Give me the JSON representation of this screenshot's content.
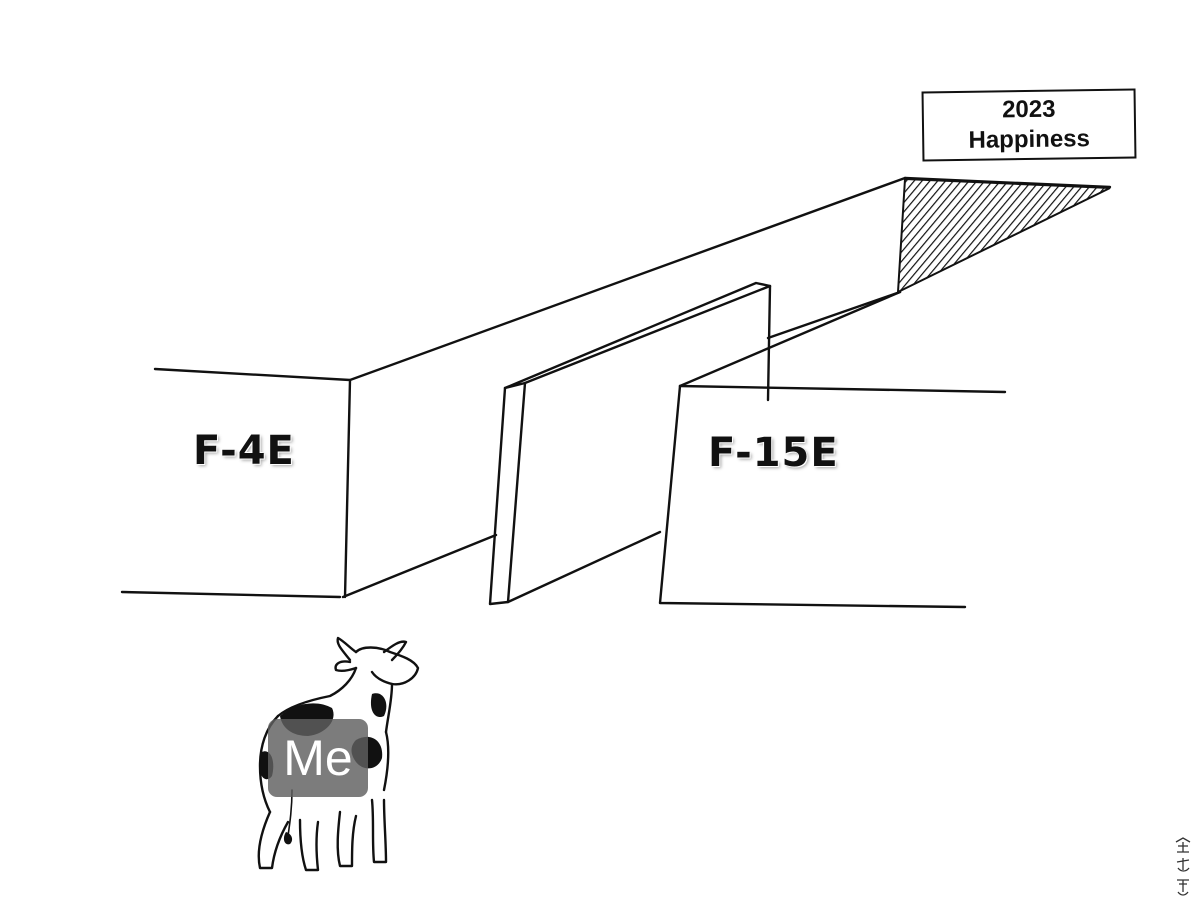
{
  "walls": {
    "left_label": "F-4E",
    "right_label": "F-15E"
  },
  "sign": {
    "line1": "2023",
    "line2": "Happiness"
  },
  "character": {
    "label": "Me",
    "icon": "cow-icon"
  },
  "colors": {
    "ink": "#111111",
    "badge": "#5f5f5f",
    "background": "#ffffff"
  }
}
